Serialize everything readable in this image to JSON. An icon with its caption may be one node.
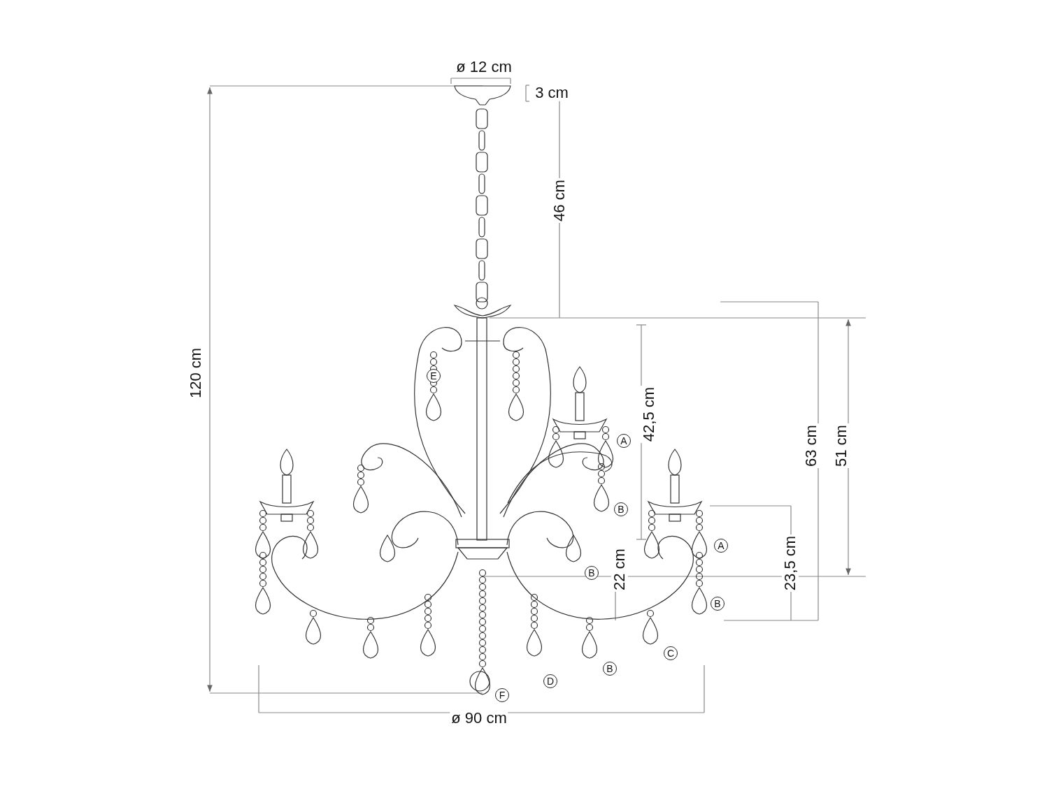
{
  "diagram": {
    "labels": [
      "ø 12 cm",
      "3 cm",
      "46 cm",
      "120 cm",
      "E",
      "42,5 cm",
      "A",
      "63 cm",
      "51 cm",
      "B",
      "A",
      "23,5 cm",
      "B",
      "22 cm",
      "B",
      "C",
      "B",
      "D",
      "F",
      "ø 90 cm"
    ]
  }
}
